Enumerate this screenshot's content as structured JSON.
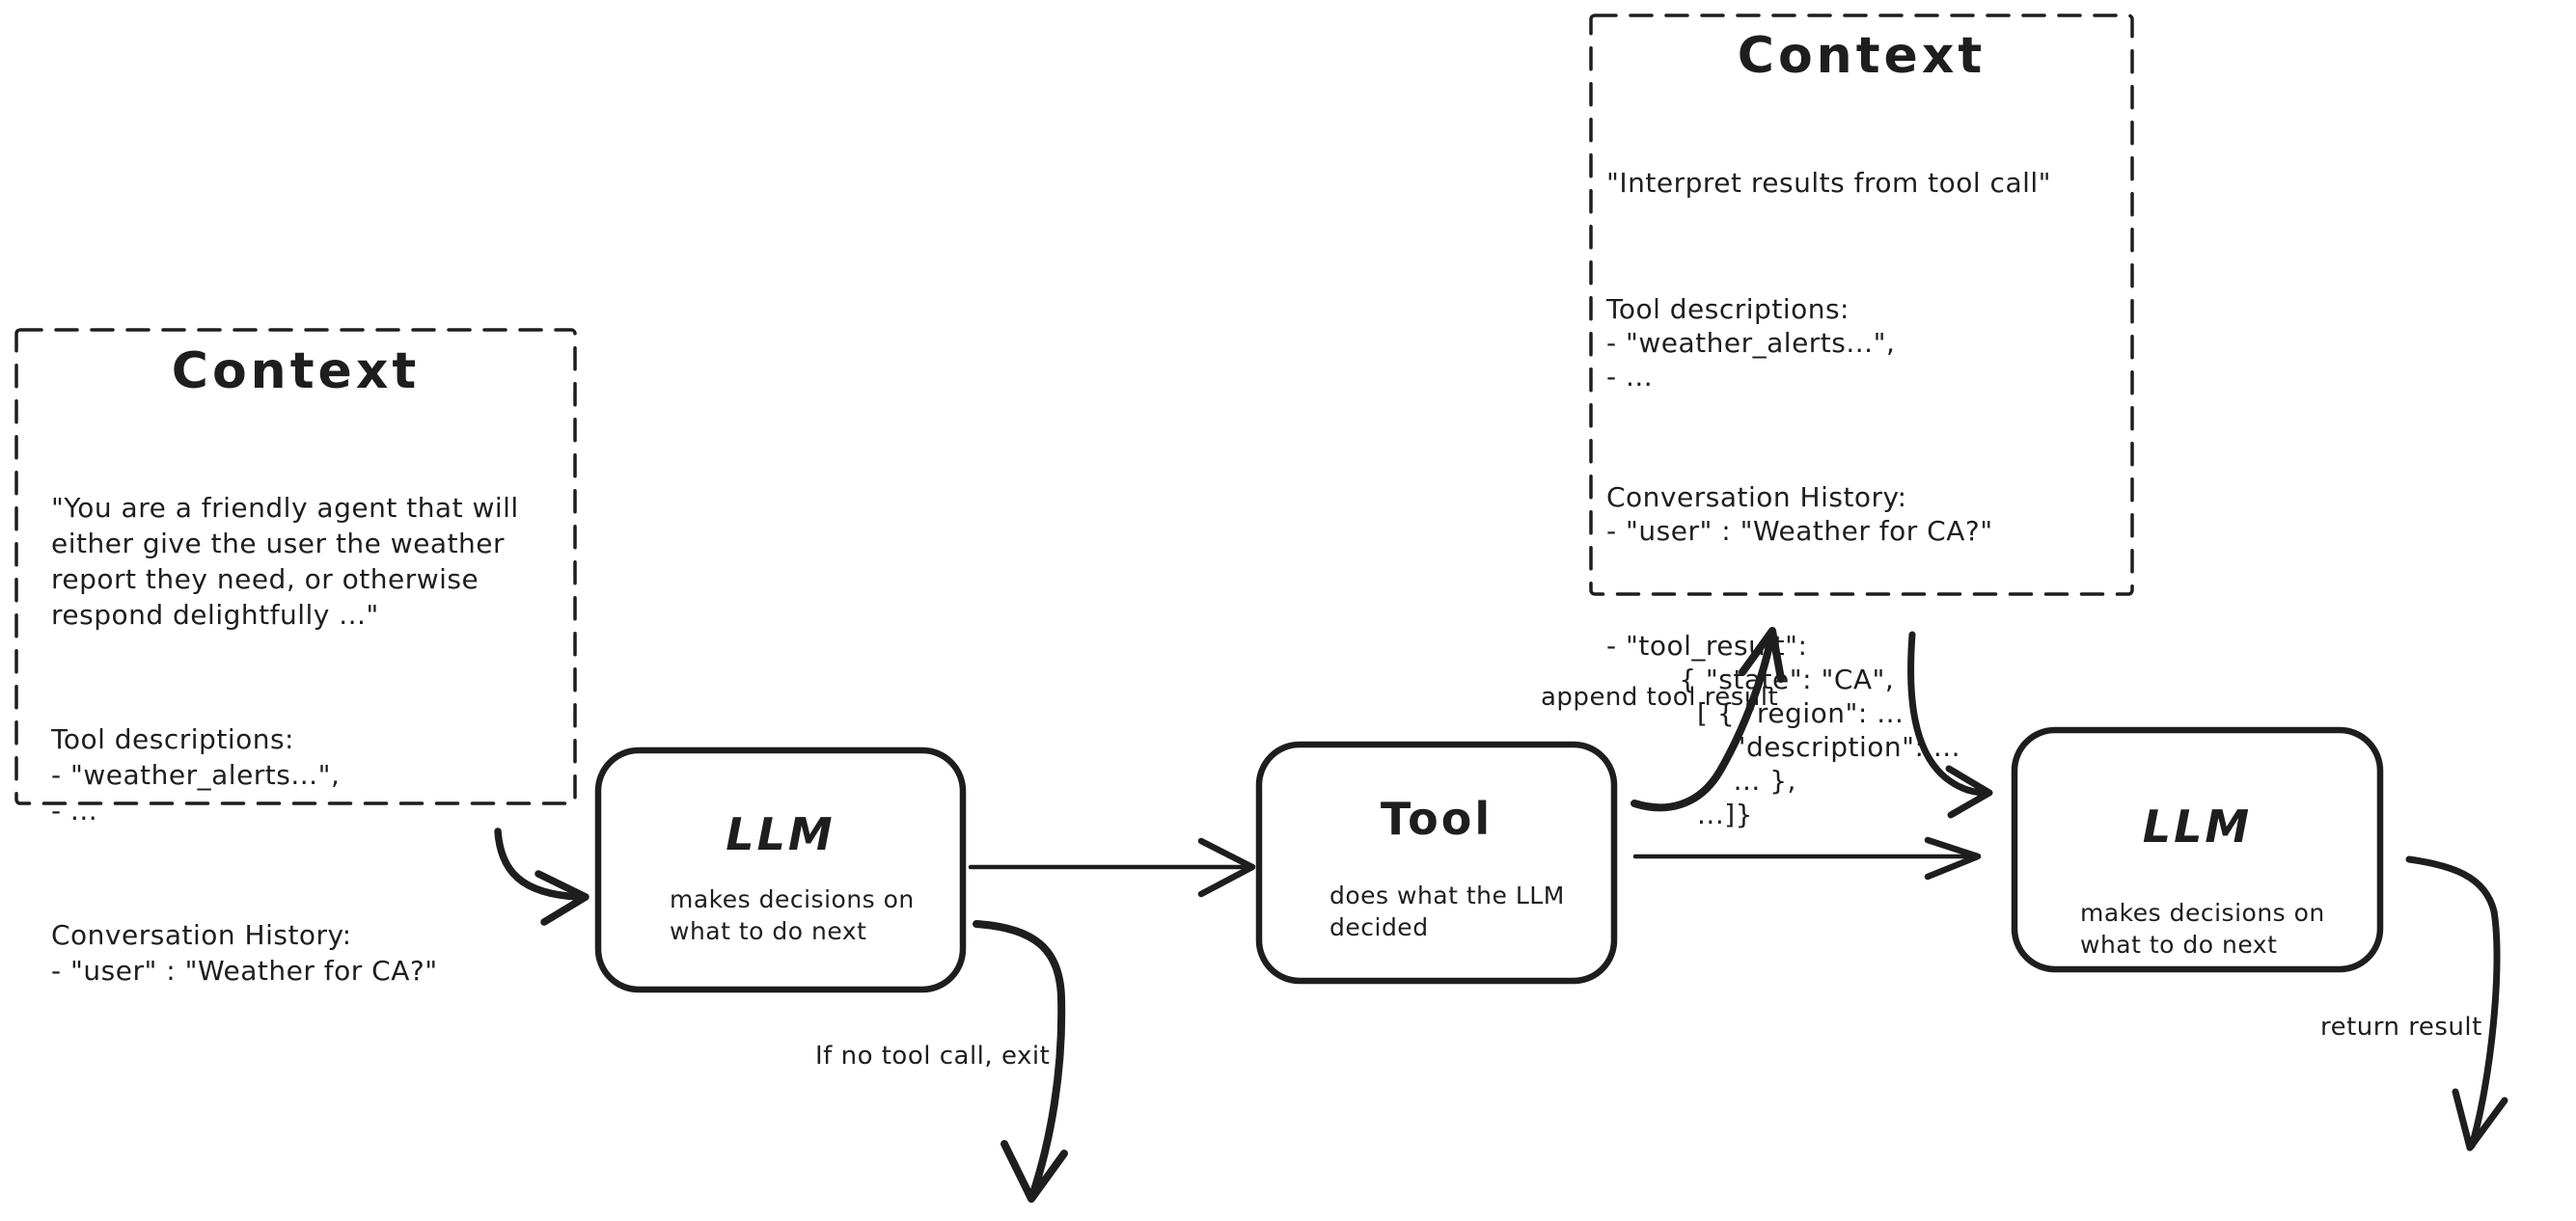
{
  "diagram": {
    "colors": {
      "stroke": "#1e1e1e",
      "background": "#ffffff"
    },
    "context_left": {
      "title": "Context",
      "system_prompt": "\"You are a friendly agent that will\neither give the user the weather\nreport they need, or otherwise\nrespond delightfully ...\"",
      "tool_descriptions": "Tool descriptions:\n- \"weather_alerts...\",\n- ...",
      "conversation_history": "Conversation History:\n- \"user\" : \"Weather for CA?\""
    },
    "context_right": {
      "title": "Context",
      "instruction": "\"Interpret results from tool call\"",
      "tool_descriptions": "Tool descriptions:\n- \"weather_alerts...\",\n- ...",
      "conversation_history": "Conversation History:\n- \"user\" : \"Weather for CA?\"",
      "tool_result": "- \"tool_result\":\n        { \"state\": \"CA\",\n          [ { \"region\": ...\n              \"description\": ...\n              ... },\n          ...]}"
    },
    "llm_first": {
      "title": "LLM",
      "subtitle": "makes decisions on\nwhat to do next"
    },
    "tool": {
      "title": "Tool",
      "subtitle": "does what the LLM\ndecided"
    },
    "llm_second": {
      "title": "LLM",
      "subtitle": "makes decisions on\nwhat to do next"
    },
    "edge_labels": {
      "append_tool_result": "append tool result",
      "if_no_tool_call_exit": "If no tool call, exit",
      "return_result": "return result"
    }
  }
}
